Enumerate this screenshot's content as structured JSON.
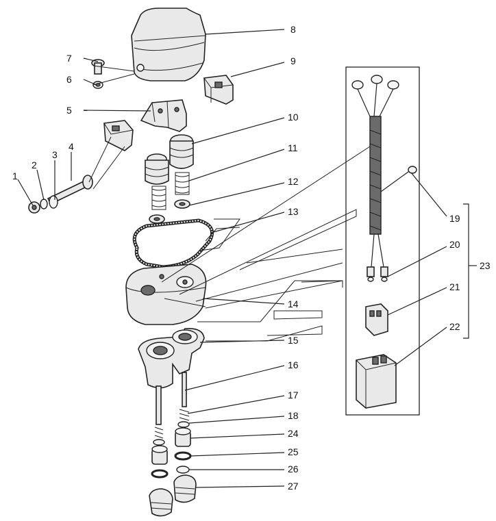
{
  "callouts": [
    {
      "id": "1",
      "label": "1"
    },
    {
      "id": "2",
      "label": "2"
    },
    {
      "id": "3",
      "label": "3"
    },
    {
      "id": "4",
      "label": "4"
    },
    {
      "id": "5",
      "label": "5"
    },
    {
      "id": "6",
      "label": "6"
    },
    {
      "id": "7",
      "label": "7"
    },
    {
      "id": "8",
      "label": "8"
    },
    {
      "id": "9",
      "label": "9"
    },
    {
      "id": "10",
      "label": "10"
    },
    {
      "id": "11",
      "label": "11"
    },
    {
      "id": "12",
      "label": "12"
    },
    {
      "id": "13",
      "label": "13"
    },
    {
      "id": "14",
      "label": "14"
    },
    {
      "id": "15",
      "label": "15"
    },
    {
      "id": "16",
      "label": "16"
    },
    {
      "id": "17",
      "label": "17"
    },
    {
      "id": "18",
      "label": "18"
    },
    {
      "id": "19",
      "label": "19"
    },
    {
      "id": "20",
      "label": "20"
    },
    {
      "id": "21",
      "label": "21"
    },
    {
      "id": "22",
      "label": "22"
    },
    {
      "id": "23",
      "label": "23"
    },
    {
      "id": "24",
      "label": "24"
    },
    {
      "id": "25",
      "label": "25"
    },
    {
      "id": "26",
      "label": "26"
    },
    {
      "id": "27",
      "label": "27"
    }
  ],
  "colors": {
    "line": "#222222",
    "fill": "#e9e9e9",
    "background": "#ffffff"
  }
}
